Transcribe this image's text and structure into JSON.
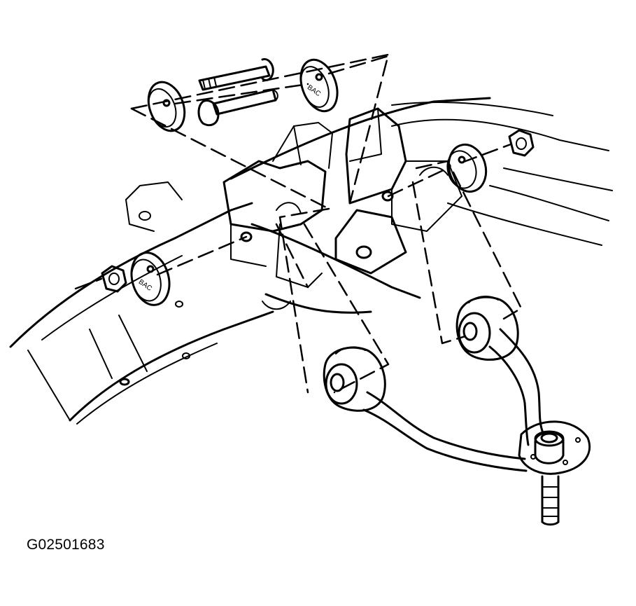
{
  "figure": {
    "id": "G02501683",
    "washer_stamp": "BAC"
  },
  "colors": {
    "ink": "#000000",
    "paper": "#ffffff"
  },
  "parts": [
    "frame-rail",
    "frame-bracket-front",
    "frame-bracket-rear",
    "upper-control-arm",
    "front-bushing",
    "rear-bushing",
    "ball-joint",
    "bolt-front",
    "bolt-rear",
    "cam-washer-front-outer",
    "cam-washer-front-inner",
    "cam-washer-rear-inner",
    "cam-washer-rear-outer",
    "nut-front",
    "nut-rear"
  ]
}
